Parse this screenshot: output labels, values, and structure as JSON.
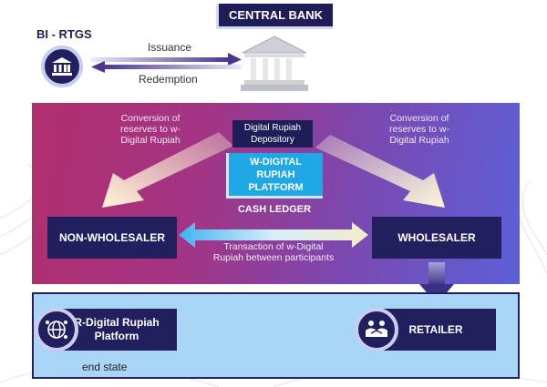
{
  "central_bank": "CENTRAL BANK",
  "bi_rtgs": "BI - RTGS",
  "issuance": "Issuance",
  "redemption": "Redemption",
  "conversion_left": [
    "Conversion of",
    "reserves to w-",
    "Digital Rupiah"
  ],
  "conversion_right": [
    "Conversion of",
    "reserves to w-",
    "Digital Rupiah"
  ],
  "depository": [
    "Digital Rupiah",
    "Depository"
  ],
  "platform": [
    "W-DIGITAL",
    "RUPIAH",
    "PLATFORM"
  ],
  "cash_ledger": "CASH LEDGER",
  "non_wholesaler": "NON-WHOLESALER",
  "wholesaler": "WHOLESALER",
  "transaction": [
    "Transaction of w-Digital",
    "Rupiah between participants"
  ],
  "r_platform": [
    "R-Digital Rupiah",
    "Platform"
  ],
  "retailer": "RETAILER",
  "end_state": "end state",
  "colors": {
    "navy": "#221f5e",
    "panel_left": "#b22f6e",
    "panel_right": "#5c60d8",
    "platform_blue": "#1fa7e6",
    "bottom_bg": "#a9d6f7"
  }
}
